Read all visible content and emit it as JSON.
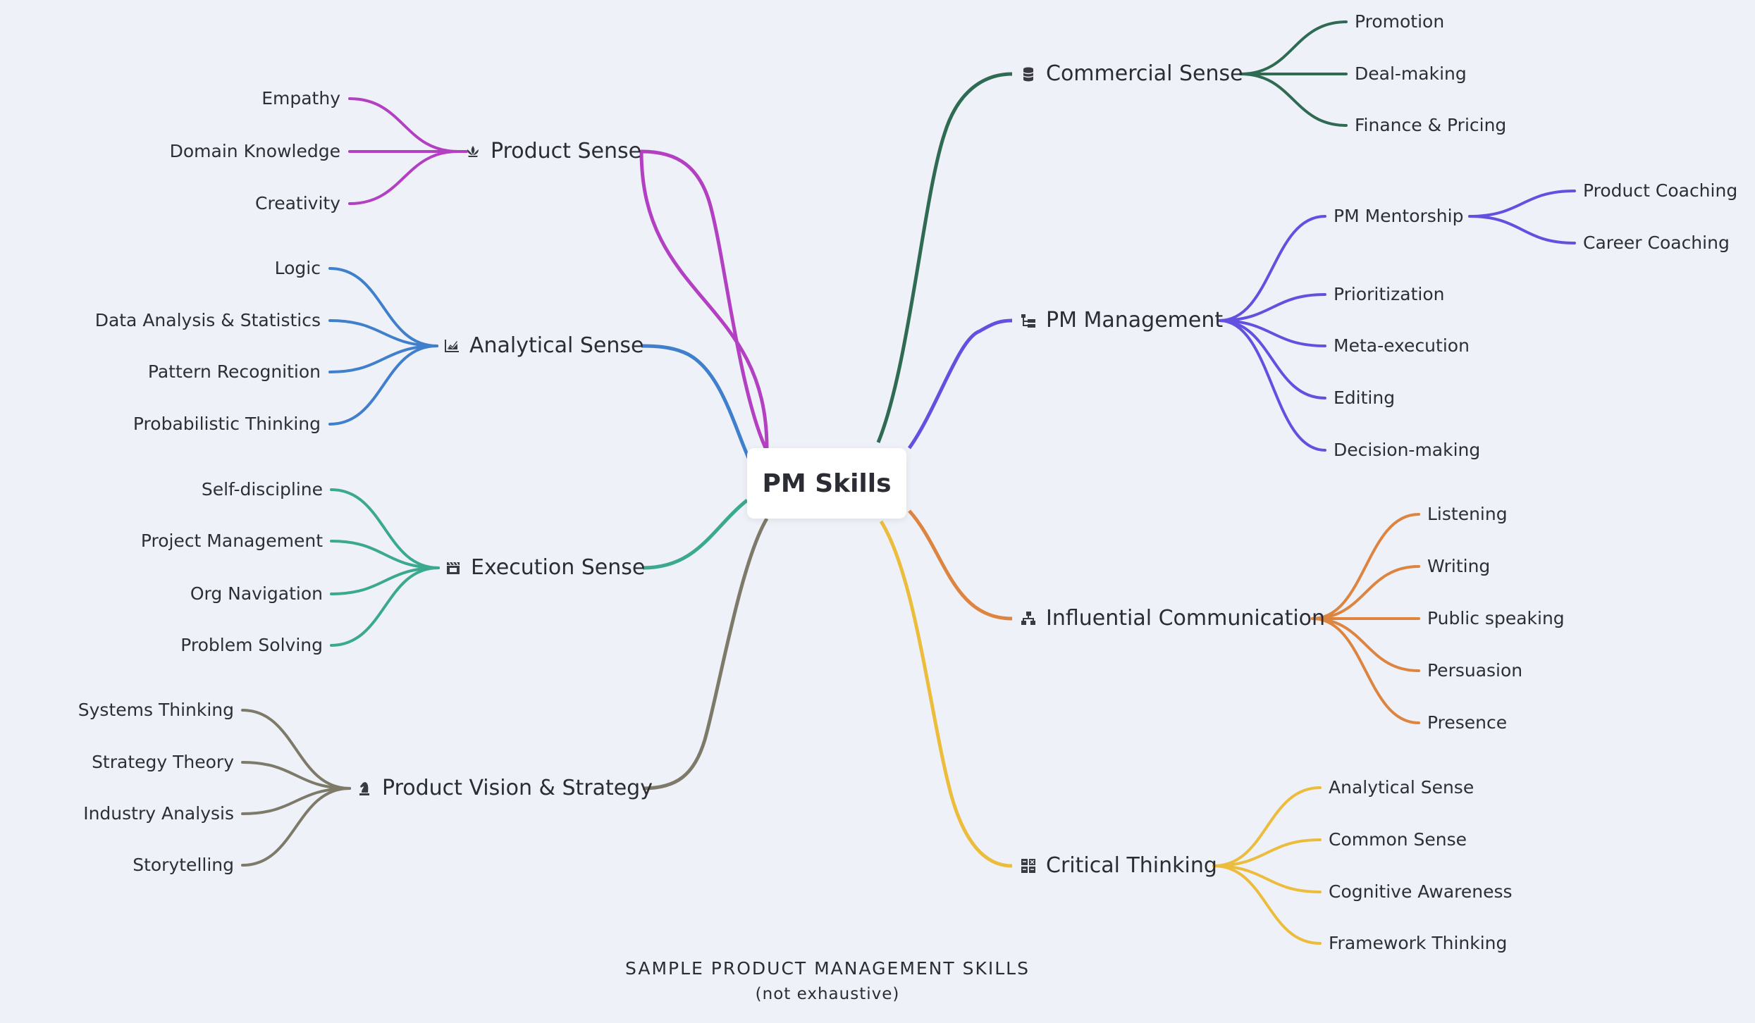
{
  "diagram": {
    "center": {
      "label": "PM Skills"
    },
    "branches": [
      {
        "label": "Product Sense",
        "icon": "lotus-icon",
        "color": "#b340c2",
        "children": [
          "Empathy",
          "Domain Knowledge",
          "Creativity"
        ]
      },
      {
        "label": "Analytical Sense",
        "icon": "chart-icon",
        "color": "#3f7fcc",
        "children": [
          "Logic",
          "Data Analysis & Statistics",
          "Pattern Recognition",
          "Probabilistic Thinking"
        ]
      },
      {
        "label": "Execution Sense",
        "icon": "clapper-icon",
        "color": "#3aa98f",
        "children": [
          "Self-discipline",
          "Project Management",
          "Org Navigation",
          "Problem Solving"
        ]
      },
      {
        "label": "Product Vision & Strategy",
        "icon": "chess-knight-icon",
        "color": "#7e7a6a",
        "children": [
          "Systems Thinking",
          "Strategy Theory",
          "Industry Analysis",
          "Storytelling"
        ]
      },
      {
        "label": "Commercial Sense",
        "icon": "coin-stack-icon",
        "color": "#2f6a52",
        "children": [
          "Promotion",
          "Deal-making",
          "Finance & Pricing"
        ]
      },
      {
        "label": "PM Management",
        "icon": "hierarchy-icon",
        "color": "#6251e0",
        "children": [
          "PM Mentorship",
          "Prioritization",
          "Meta-execution",
          "Editing",
          "Decision-making"
        ],
        "grandchildren": [
          "Product Coaching",
          "Career Coaching"
        ]
      },
      {
        "label": "Influential Communication",
        "icon": "network-icon",
        "color": "#dd8440",
        "children": [
          "Listening",
          "Writing",
          "Public speaking",
          "Persuasion",
          "Presence"
        ]
      },
      {
        "label": "Critical Thinking",
        "icon": "grid-icon",
        "color": "#ecbd3c",
        "children": [
          "Analytical Sense",
          "Common Sense",
          "Cognitive Awareness",
          "Framework Thinking"
        ]
      }
    ],
    "footer": {
      "title": "SAMPLE  PRODUCT  MANAGEMENT  SKILLS",
      "subtitle": "(not exhaustive)"
    }
  }
}
